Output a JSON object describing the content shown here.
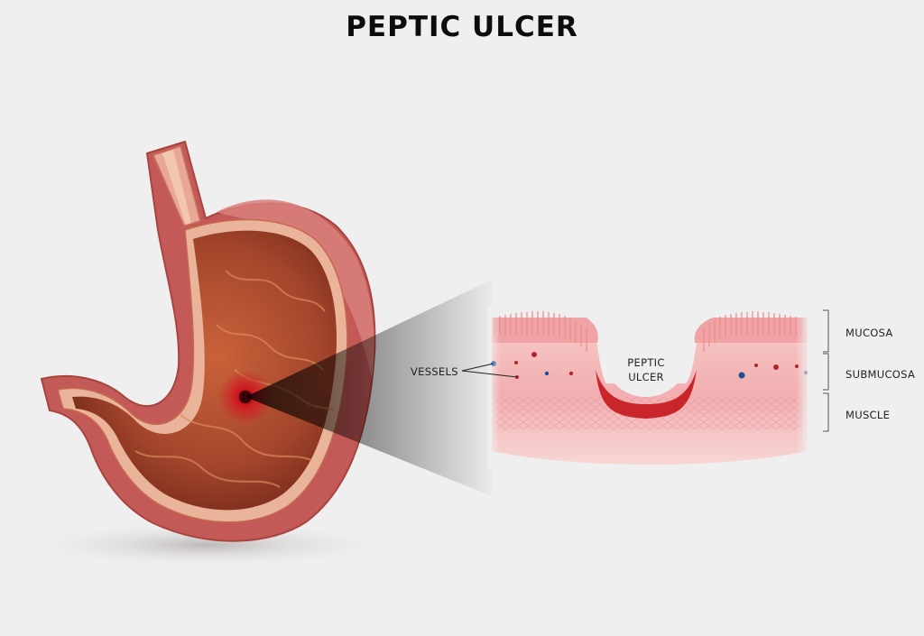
{
  "title": "PEPTIC ULCER",
  "labels": {
    "vessels": "VESSELS",
    "ulcer_line1": "PEPTIC",
    "ulcer_line2": "ULCER",
    "mucosa": "MUCOSA",
    "submucosa": "SUBMUCOSA",
    "muscle": "MUSCLE"
  },
  "colors": {
    "background": "#efefef",
    "stomach_outer": "#c9605e",
    "stomach_inner": "#a8462c",
    "mucosa_pink": "#f4b9b9",
    "ulcer_red": "#c8262a",
    "vessel_blue": "#1d4e9b"
  }
}
